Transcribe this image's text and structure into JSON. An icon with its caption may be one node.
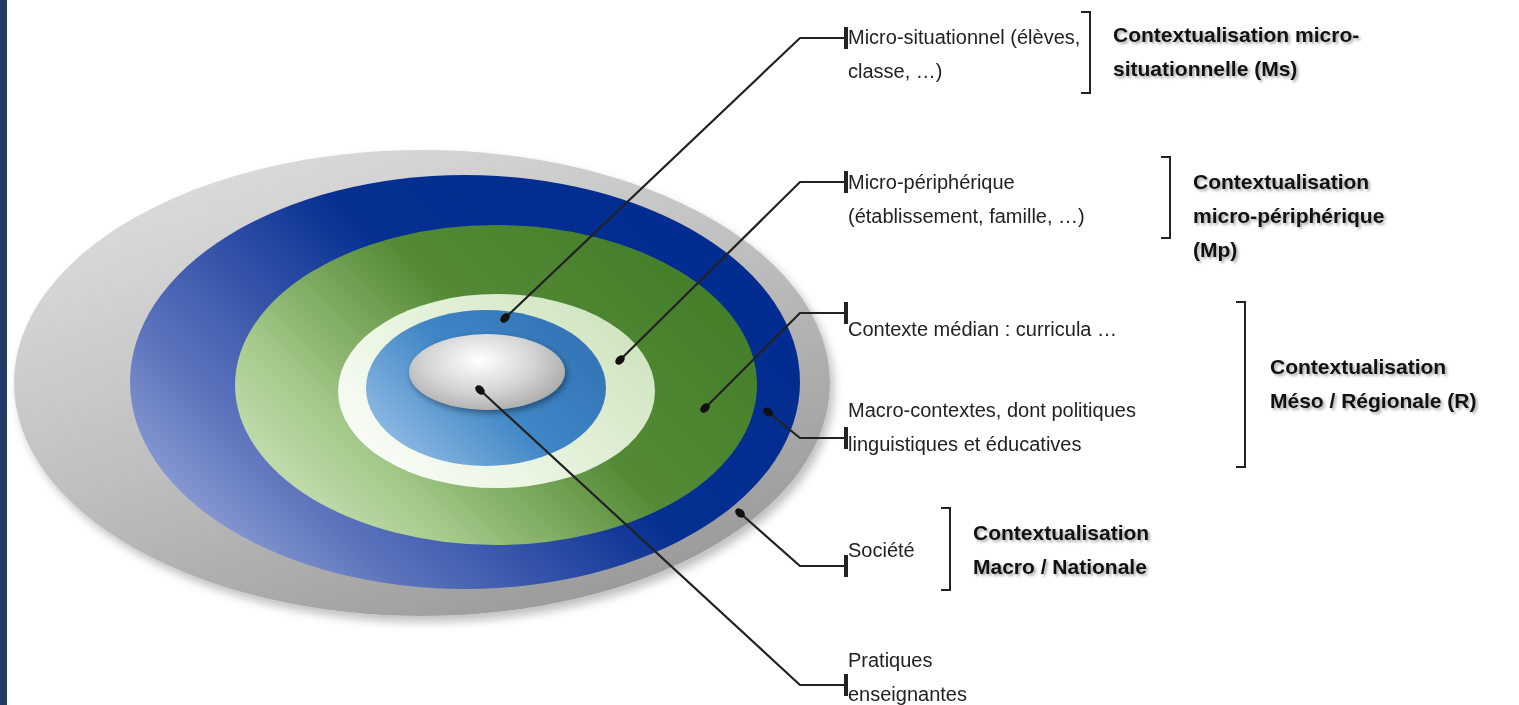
{
  "diagram": {
    "nodes": [
      {
        "text": [],
        "shape": "ellipse"
      },
      {
        "text": [],
        "shape": "ellipse",
        "in": 0
      },
      {
        "text": [],
        "shape": "ellipse",
        "in": 1
      },
      {
        "text": [],
        "shape": "ellipse",
        "in": 2
      },
      {
        "text": [],
        "shape": "ellipse",
        "in": 3
      },
      {
        "text": [],
        "shape": "ellipse",
        "in": 4
      },
      {
        "text": [
          "Micro-situationnel (élèves, classe, …)"
        ]
      },
      {
        "text": [
          "Micro-périphérique (établissement, famille, …)"
        ]
      },
      {
        "text": [
          "Contexte médian : curricula …"
        ]
      },
      {
        "text": [
          "Macro-contextes, dont politiques linguistiques et éducatives"
        ]
      },
      {
        "text": [
          "Société"
        ]
      },
      {
        "text": [
          "Pratiques enseignantes"
        ]
      }
    ],
    "edges": [
      {
        "from": 4,
        "to": 6,
        "arrow": "other"
      },
      {
        "from": 3,
        "to": 7,
        "arrow": "other"
      },
      {
        "from": 2,
        "to": 8,
        "arrow": "other"
      },
      {
        "from": 1,
        "to": 9,
        "arrow": "other"
      },
      {
        "from": 0,
        "to": 10,
        "arrow": "other"
      },
      {
        "from": 5,
        "to": 11,
        "arrow": "other"
      }
    ],
    "labels": [
      "Contextualisation micro-situationnelle (Ms)",
      "Contextualisation micro-périphérique (Mp)",
      "Contextualisation Méso / Régionale (R)",
      "Contextualisation Macro / Nationale"
    ]
  }
}
